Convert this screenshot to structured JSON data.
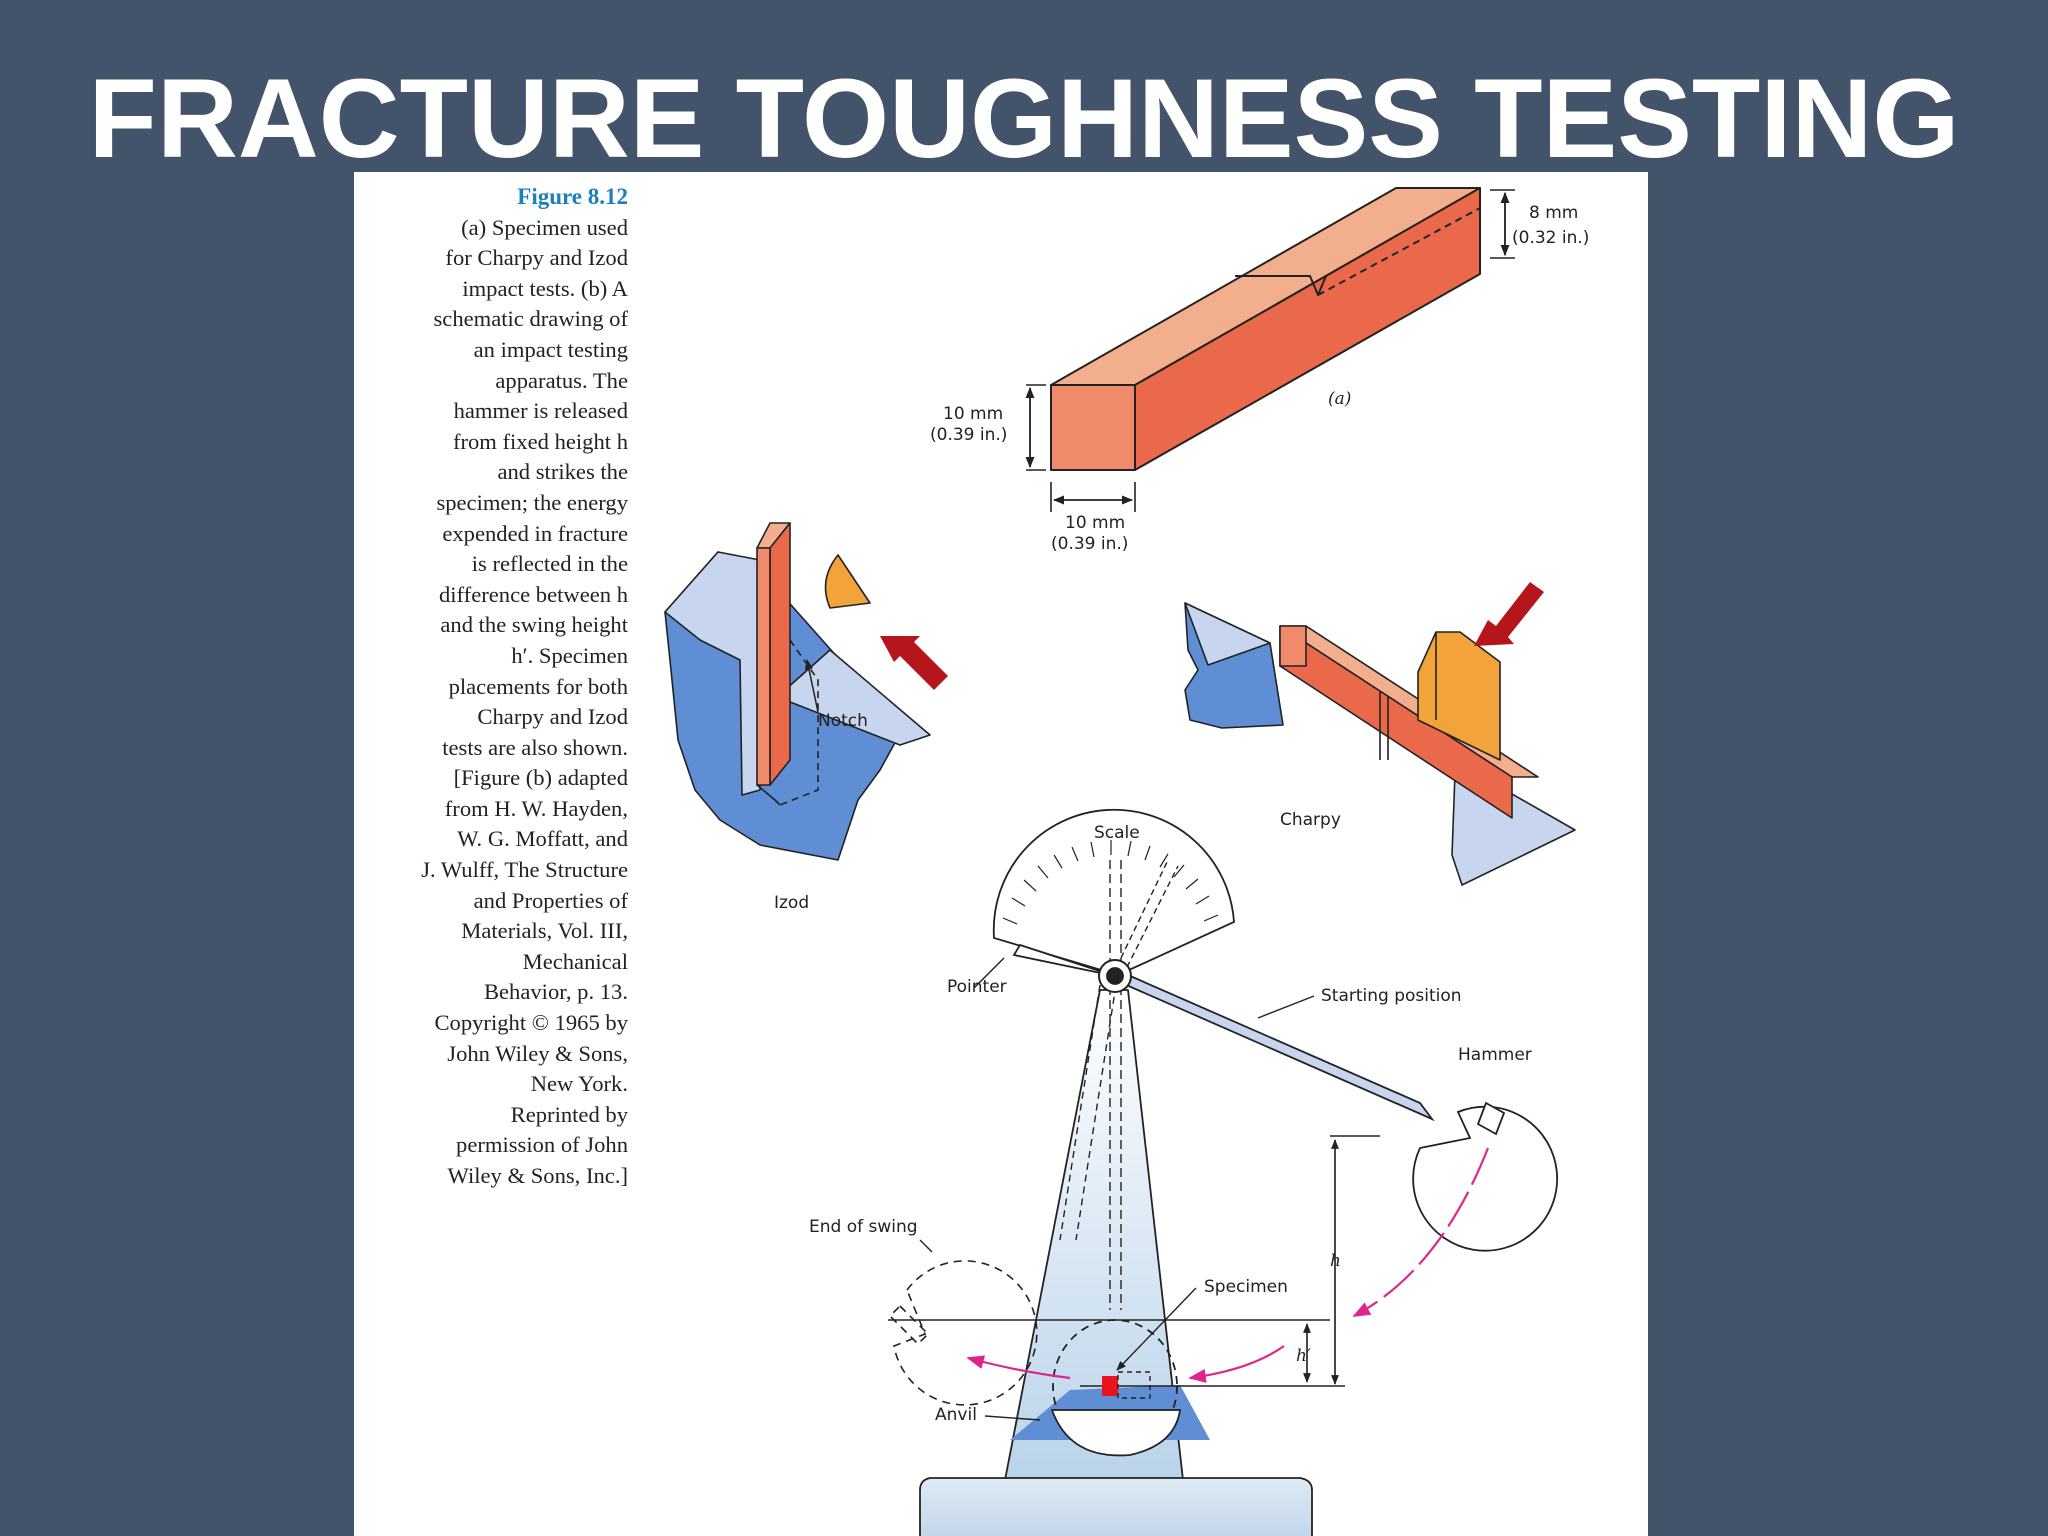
{
  "slide": {
    "title": "FRACTURE TOUGHNESS TESTING"
  },
  "caption": {
    "figure_label": "Figure 8.12",
    "lines": [
      "(a) Specimen used",
      "for Charpy and Izod",
      "impact tests. (b) A",
      "schematic drawing of",
      "an impact testing",
      "apparatus. The",
      "hammer is released",
      "from fixed height h",
      "and strikes the",
      "specimen; the energy",
      "expended in fracture",
      "is reflected in the",
      "difference between h",
      "and the swing height",
      "h′. Specimen",
      "placements for both",
      "Charpy and Izod",
      "tests are also shown.",
      "[Figure (b) adapted",
      "from H. W. Hayden,",
      "W. G. Moffatt, and",
      "J. Wulff, The Structure",
      "and Properties of",
      "Materials, Vol. III,",
      "Mechanical",
      "Behavior, p. 13.",
      "Copyright © 1965 by",
      "John Wiley & Sons,",
      "New York.",
      "Reprinted by",
      "permission of John",
      "Wiley & Sons, Inc.]"
    ]
  },
  "specimen": {
    "height_mm": "8 mm",
    "height_in": "(0.32 in.)",
    "side_mm": "10 mm",
    "side_in": "(0.39 in.)",
    "width_mm": "10 mm",
    "width_in": "(0.39 in.)",
    "part_label": "(a)"
  },
  "izod": {
    "label": "Izod",
    "notch_label": "Notch"
  },
  "charpy": {
    "label": "Charpy"
  },
  "apparatus": {
    "scale_label": "Scale",
    "pointer_label": "Pointer",
    "starting_label": "Starting position",
    "hammer_label": "Hammer",
    "end_label": "End of swing",
    "specimen_label": "Specimen",
    "anvil_label": "Anvil",
    "h_label": "h",
    "h_prime_label": "h′"
  },
  "colors": {
    "background": "#435369",
    "specimen_face": "#e9694a",
    "specimen_top": "#f3ae8e",
    "specimen_front": "#f08a6a",
    "striker": "#f2a33a",
    "fixture_dark": "#5f8ed4",
    "fixture_light": "#c7d5ee",
    "arrow": "#b5161b",
    "swing_arrow": "#e0258a",
    "caption_label": "#1a7fbd"
  }
}
